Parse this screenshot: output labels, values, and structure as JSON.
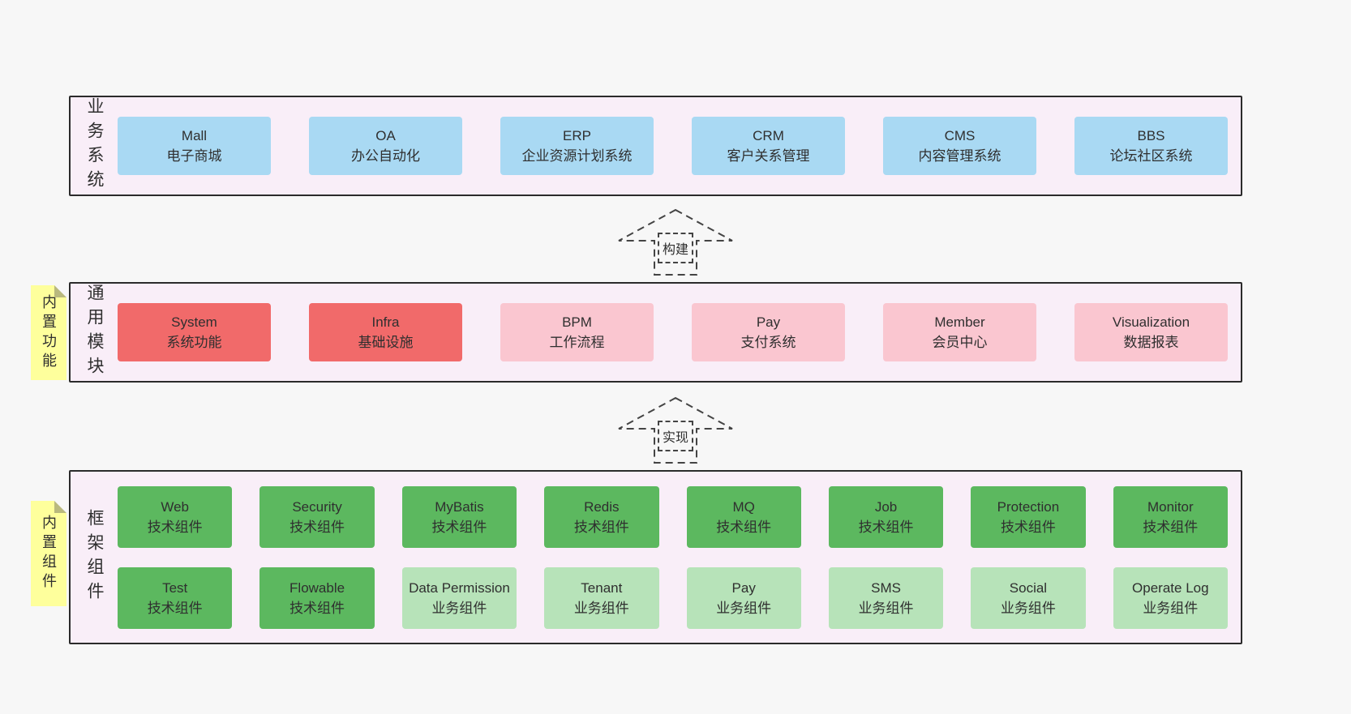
{
  "colors": {
    "blue": "#a9d9f3",
    "red": "#f16a6a",
    "pink": "#fac6d0",
    "green": "#5cb85f",
    "lightgreen": "#b7e3b9",
    "panel": "#f9eef8",
    "sticky": "#feff9c"
  },
  "sections": [
    {
      "name": "business-systems",
      "side_label": "业务系统",
      "rows": [
        [
          {
            "title": "Mall",
            "subtitle": "电子商城",
            "variant": "blue"
          },
          {
            "title": "OA",
            "subtitle": "办公自动化",
            "variant": "blue"
          },
          {
            "title": "ERP",
            "subtitle": "企业资源计划系统",
            "variant": "blue"
          },
          {
            "title": "CRM",
            "subtitle": "客户关系管理",
            "variant": "blue"
          },
          {
            "title": "CMS",
            "subtitle": "内容管理系统",
            "variant": "blue"
          },
          {
            "title": "BBS",
            "subtitle": "论坛社区系统",
            "variant": "blue"
          }
        ]
      ]
    },
    {
      "name": "common-modules",
      "side_label": "通用模块",
      "rows": [
        [
          {
            "title": "System",
            "subtitle": "系统功能",
            "variant": "red"
          },
          {
            "title": "Infra",
            "subtitle": "基础设施",
            "variant": "red"
          },
          {
            "title": "BPM",
            "subtitle": "工作流程",
            "variant": "pink"
          },
          {
            "title": "Pay",
            "subtitle": "支付系统",
            "variant": "pink"
          },
          {
            "title": "Member",
            "subtitle": "会员中心",
            "variant": "pink"
          },
          {
            "title": "Visualization",
            "subtitle": "数据报表",
            "variant": "pink"
          }
        ]
      ]
    },
    {
      "name": "framework-components",
      "side_label": "框架组件",
      "rows": [
        [
          {
            "title": "Web",
            "subtitle": "技术组件",
            "variant": "green"
          },
          {
            "title": "Security",
            "subtitle": "技术组件",
            "variant": "green"
          },
          {
            "title": "MyBatis",
            "subtitle": "技术组件",
            "variant": "green"
          },
          {
            "title": "Redis",
            "subtitle": "技术组件",
            "variant": "green"
          },
          {
            "title": "MQ",
            "subtitle": "技术组件",
            "variant": "green"
          },
          {
            "title": "Job",
            "subtitle": "技术组件",
            "variant": "green"
          },
          {
            "title": "Protection",
            "subtitle": "技术组件",
            "variant": "green"
          },
          {
            "title": "Monitor",
            "subtitle": "技术组件",
            "variant": "green"
          }
        ],
        [
          {
            "title": "Test",
            "subtitle": "技术组件",
            "variant": "green"
          },
          {
            "title": "Flowable",
            "subtitle": "技术组件",
            "variant": "green"
          },
          {
            "title": "Data Permission",
            "subtitle": "业务组件",
            "variant": "lightgreen"
          },
          {
            "title": "Tenant",
            "subtitle": "业务组件",
            "variant": "lightgreen"
          },
          {
            "title": "Pay",
            "subtitle": "业务组件",
            "variant": "lightgreen"
          },
          {
            "title": "SMS",
            "subtitle": "业务组件",
            "variant": "lightgreen"
          },
          {
            "title": "Social",
            "subtitle": "业务组件",
            "variant": "lightgreen"
          },
          {
            "title": "Operate Log",
            "subtitle": "业务组件",
            "variant": "lightgreen"
          }
        ]
      ]
    }
  ],
  "stickies": [
    {
      "label": "内置功能"
    },
    {
      "label": "内置组件"
    }
  ],
  "arrows": [
    {
      "label": "构建"
    },
    {
      "label": "实现"
    }
  ]
}
